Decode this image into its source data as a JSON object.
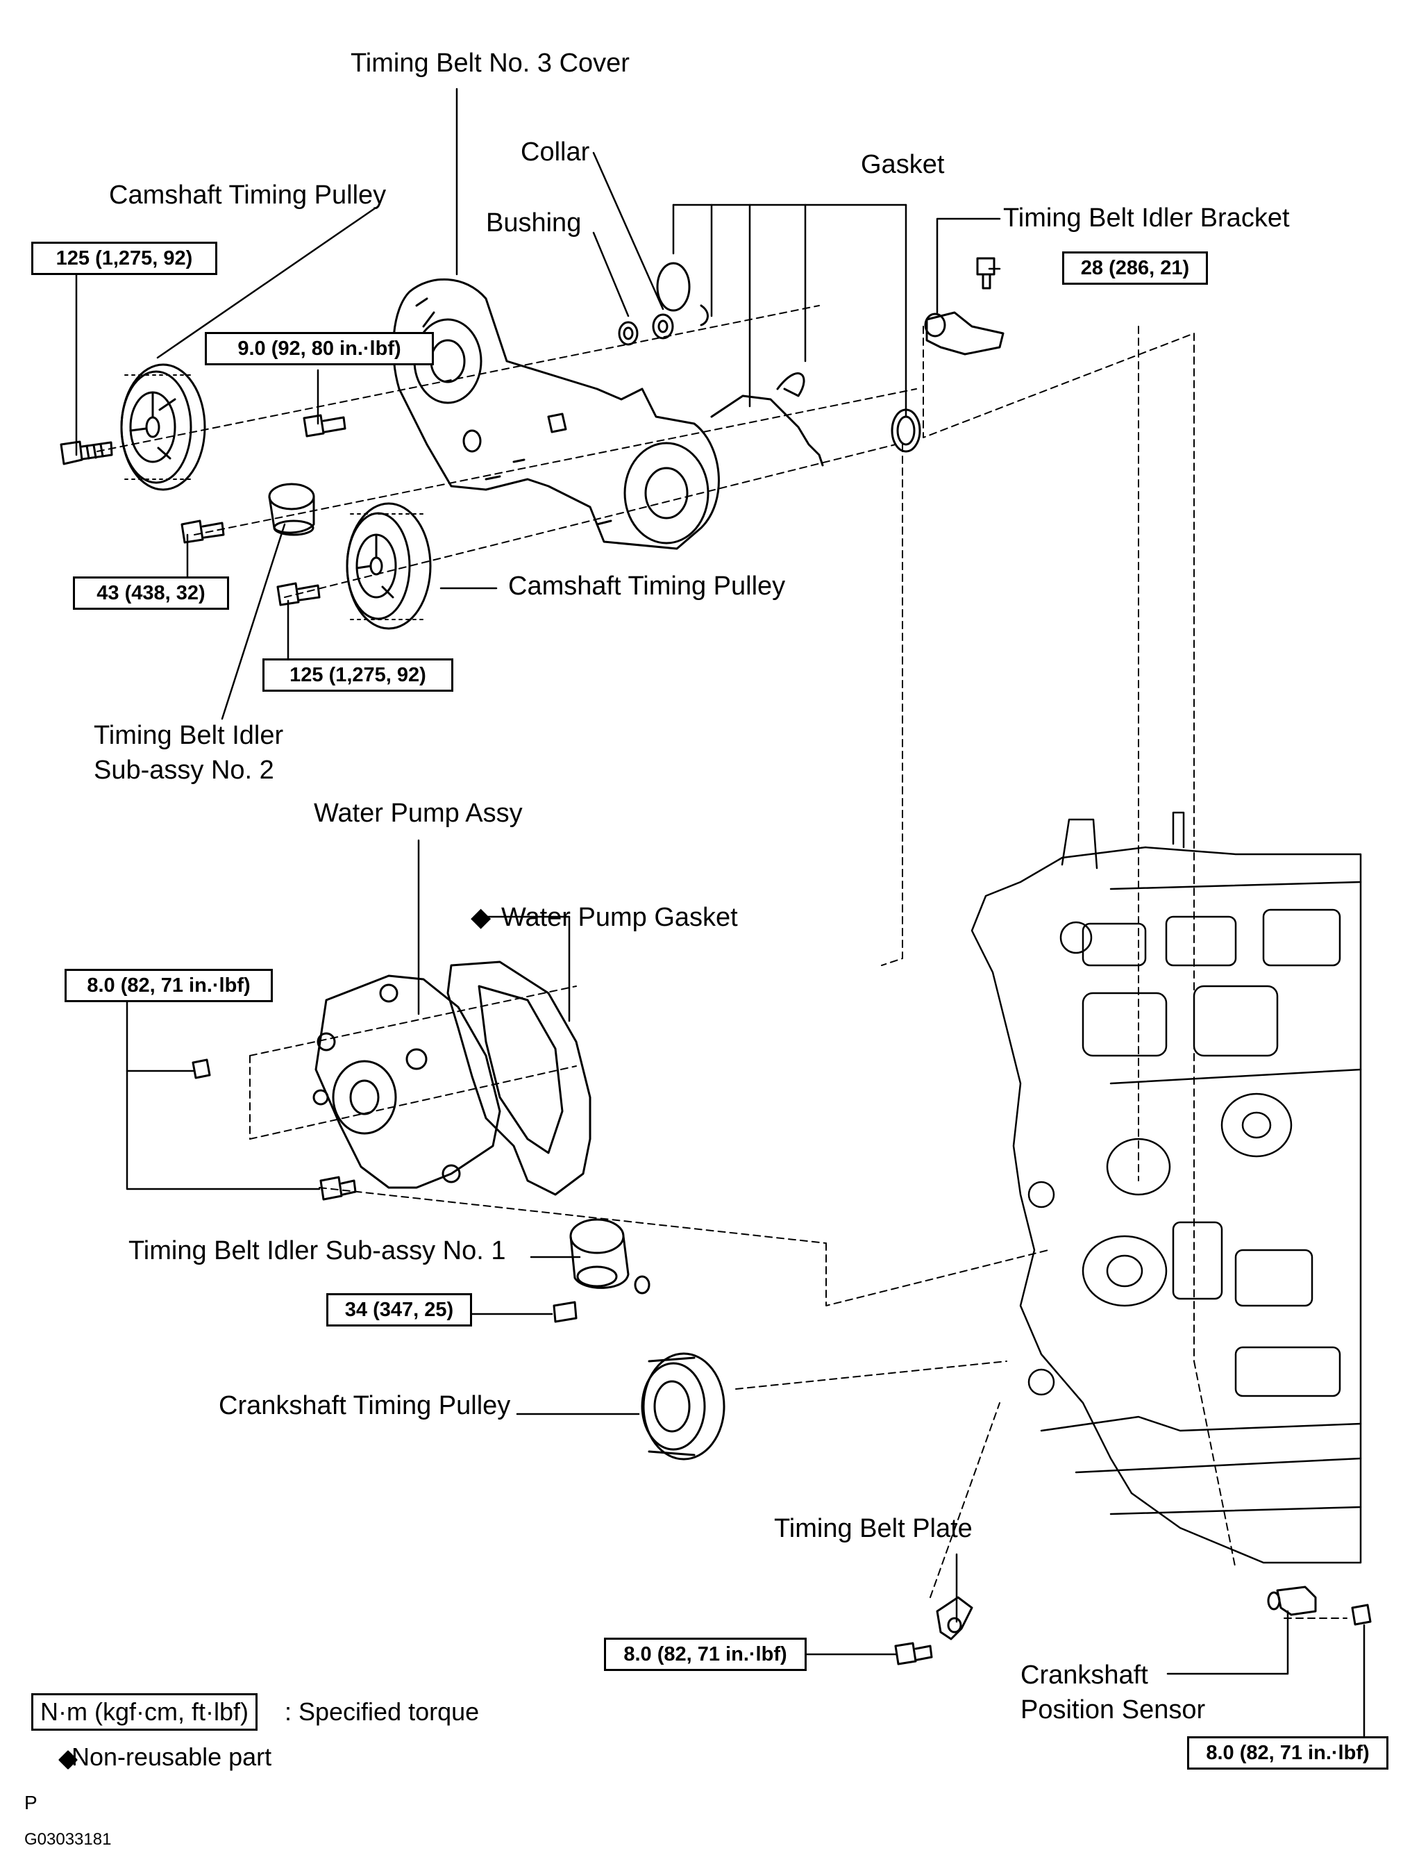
{
  "labels": {
    "tb3_cover": "Timing Belt No. 3 Cover",
    "collar": "Collar",
    "gasket": "Gasket",
    "cam_pulley_top": "Camshaft Timing Pulley",
    "bushing": "Bushing",
    "idler_bracket": "Timing Belt Idler Bracket",
    "cam_pulley_mid": "Camshaft Timing Pulley",
    "idler2_line1": "Timing  Belt  Idler",
    "idler2_line2": "Sub-assy  No. 2",
    "water_pump": "Water Pump Assy",
    "water_pump_gasket": "Water Pump Gasket",
    "idler1": "Timing Belt Idler Sub-assy No. 1",
    "crank_pulley": "Crankshaft Timing Pulley",
    "belt_plate": "Timing Belt Plate",
    "crank_sensor_line1": "Crankshaft",
    "crank_sensor_line2": "Position Sensor"
  },
  "torques": {
    "cam_top": "125 (1,275, 92)",
    "cover_bolt": "9.0 (92, 80 in.·lbf)",
    "bracket": "28 (286, 21)",
    "idler2": "43 (438, 32)",
    "cam_mid": "125 (1,275, 92)",
    "water_pump": "8.0 (82, 71 in.·lbf)",
    "idler1": "34 (347, 25)",
    "belt_plate": "8.0 (82, 71 in.·lbf)",
    "sensor": "8.0 (82, 71 in.·lbf)"
  },
  "legend": {
    "unit_box": "N·m (kgf·cm, ft·lbf)",
    "unit_text": ": Specified torque",
    "nonreusable_symbol": "◆",
    "nonreusable_text": "Non-reusable part"
  },
  "footer": {
    "letter": "P",
    "code": "G03033181"
  }
}
